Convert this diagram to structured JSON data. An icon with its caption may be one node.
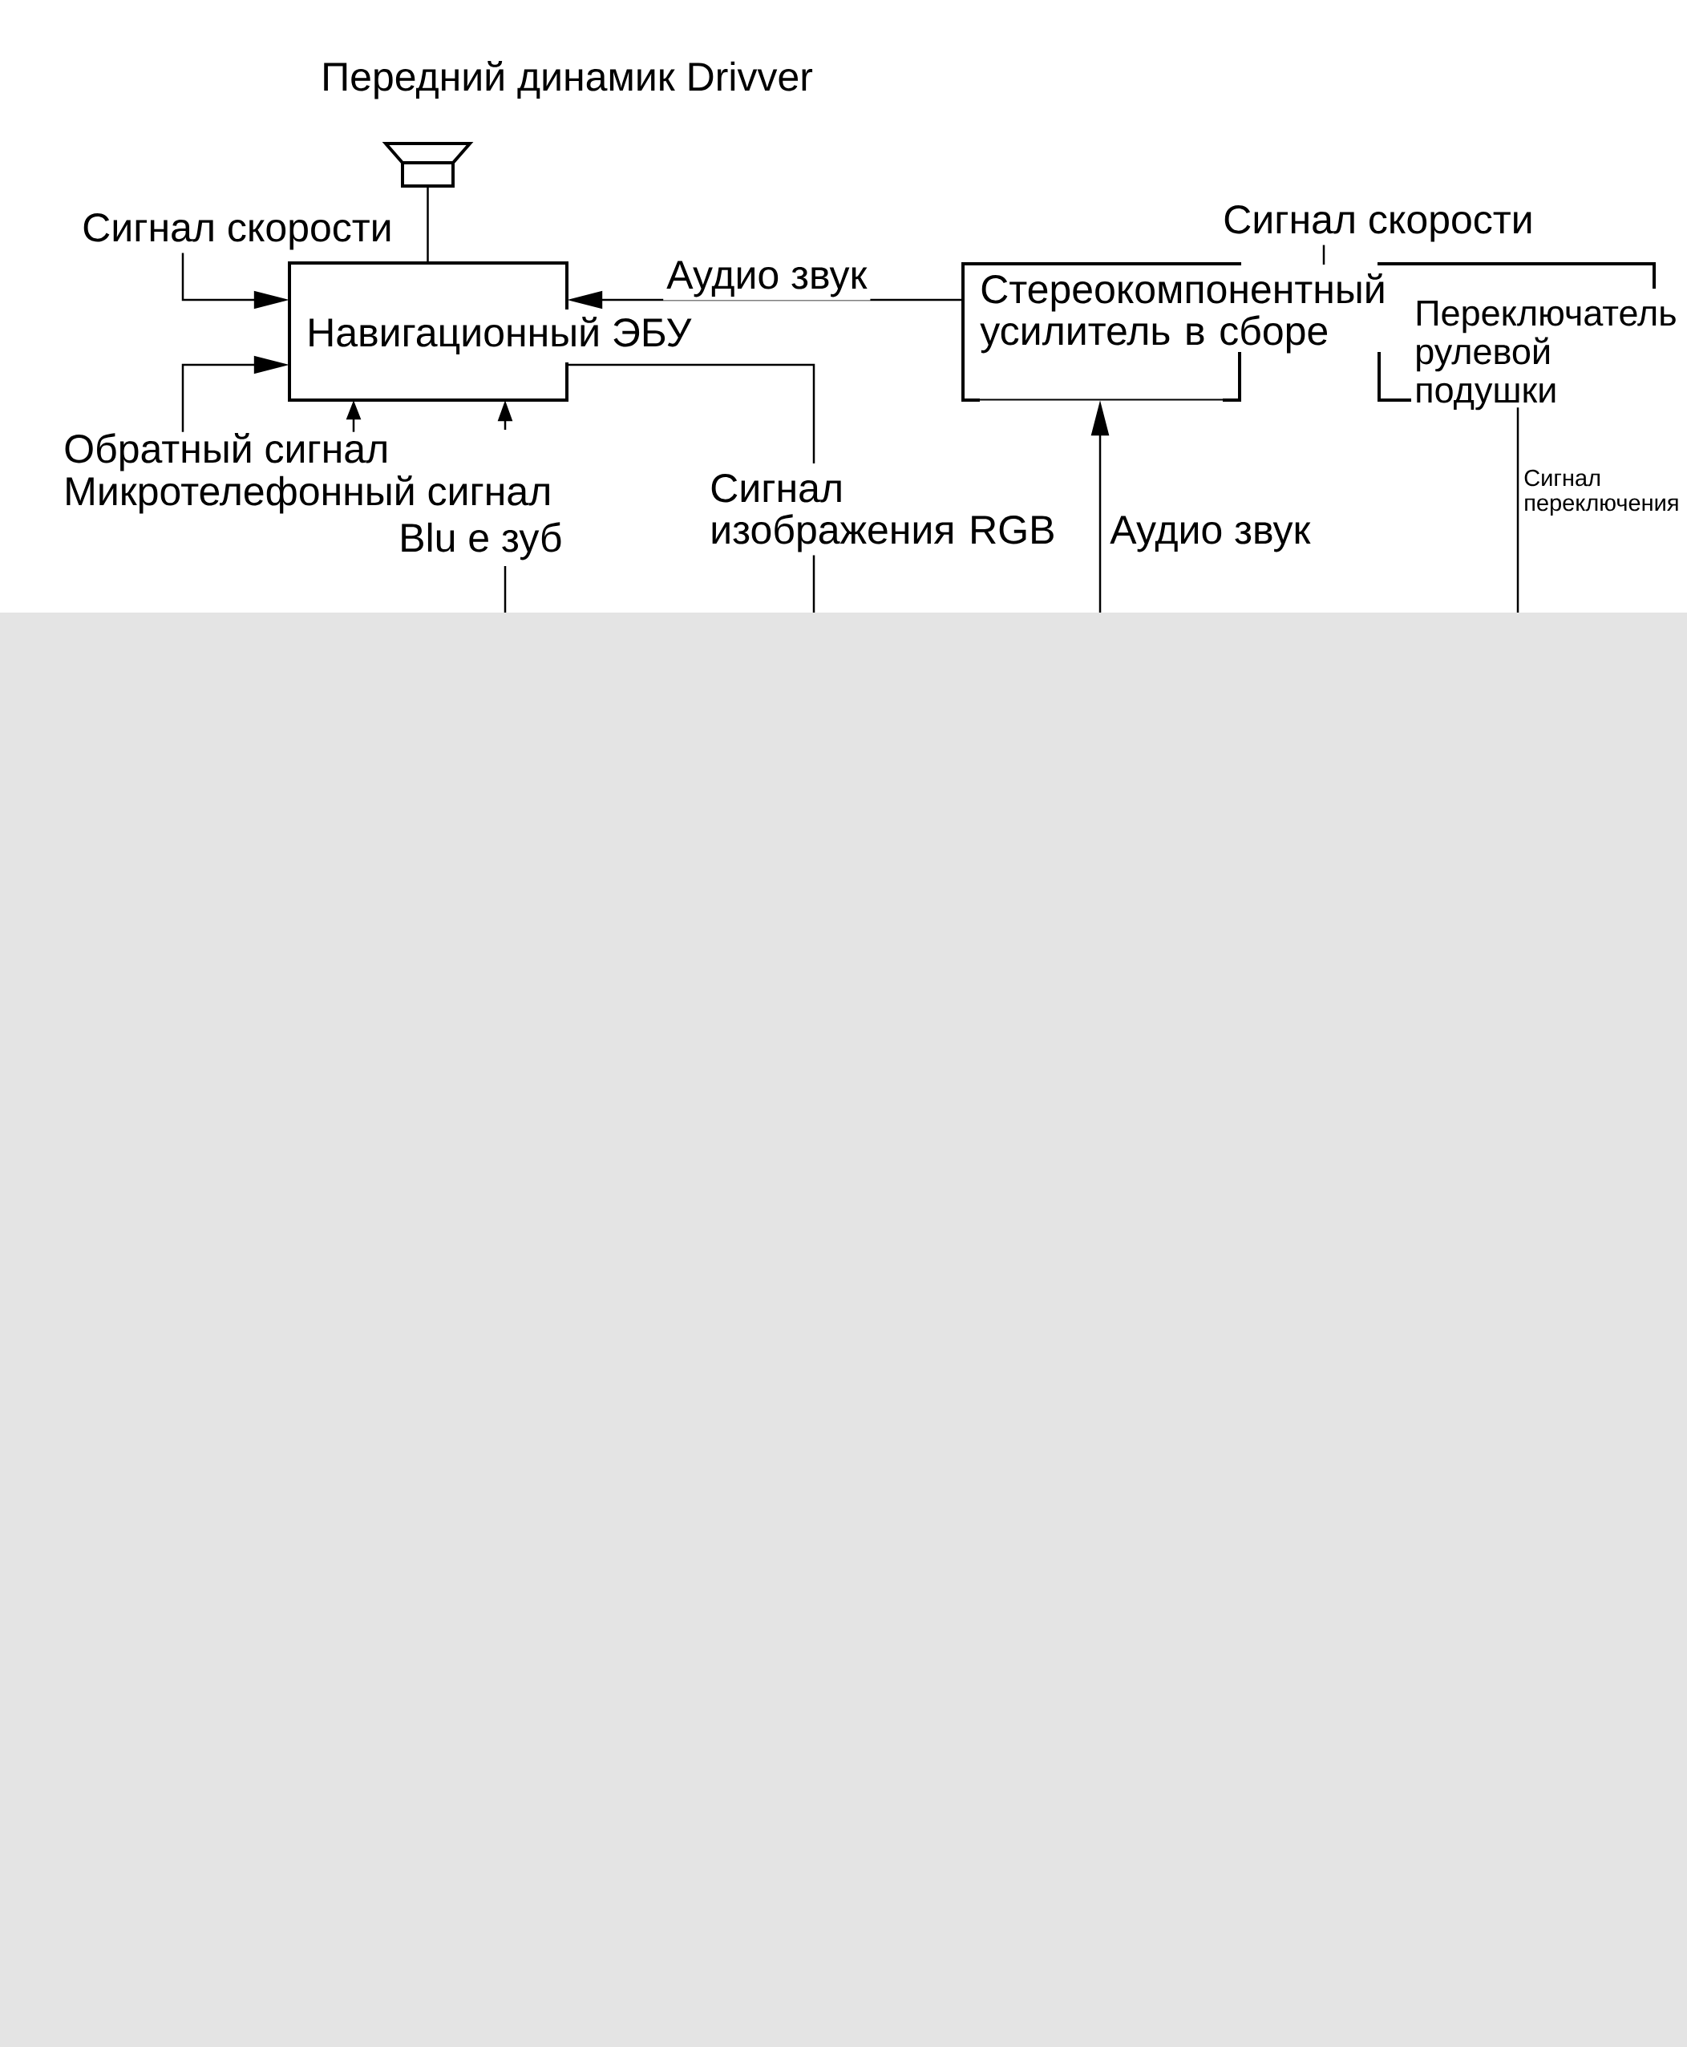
{
  "diagram": {
    "nodes": [
      {
        "text": [],
        "shape": "picture",
        "beside": [
          "Передний динамик Drivver"
        ]
      },
      {
        "text": [
          "Сигнал скорости"
        ]
      },
      {
        "text": [
          "Навигационный ЭБУ"
        ]
      },
      {
        "text": [
          "Обратный сигнал"
        ]
      },
      {
        "text": [
          "Сигнал скорости"
        ]
      },
      {
        "text": [
          "Стереокомпонентный усилитель в сборе"
        ]
      },
      {
        "text": [
          "Переключатель рулевой подушки"
        ]
      }
    ],
    "edges": [
      {
        "from": 0,
        "to": 2,
        "arrow": "none"
      },
      {
        "from": 1,
        "to": 2,
        "arrow": "to"
      },
      {
        "from": 3,
        "to": 2,
        "arrow": "to"
      },
      {
        "from": 5,
        "to": 2,
        "arrow": "to",
        "label": "Аудио звук"
      },
      {
        "from": 2,
        "to": null,
        "arrow": "none",
        "label": "Сигнал изображения RGB"
      },
      {
        "from": 3,
        "to": 2,
        "arrow": "to"
      },
      {
        "from": null,
        "to": 2,
        "arrow": "to",
        "label": "Blu e зуб"
      },
      {
        "from": null,
        "to": 5,
        "arrow": "to",
        "label": "Аудио звук"
      },
      {
        "from": 4,
        "to": null,
        "arrow": "none"
      },
      {
        "from": 6,
        "to": null,
        "arrow": "none",
        "label": "Сигнал переключения"
      }
    ],
    "labels": [
      "Микротелефонный сигнал"
    ]
  }
}
